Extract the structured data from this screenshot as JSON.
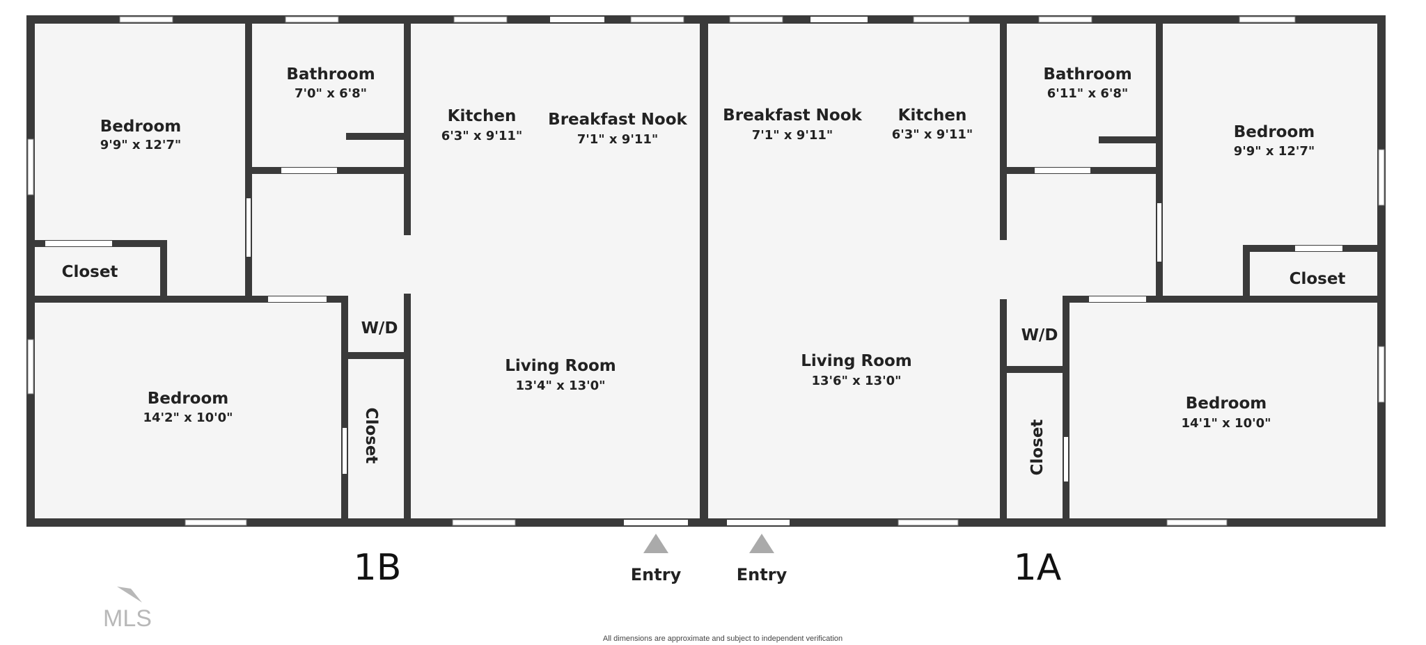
{
  "colors": {
    "wall": "#3a3a3a",
    "floor": "#f5f5f5",
    "window": "#ffffff",
    "marker": "#aaaaaa",
    "logo": "#b8b8b8"
  },
  "units": {
    "left": "1B",
    "right": "1A"
  },
  "entries": {
    "left": "Entry",
    "right": "Entry"
  },
  "rooms": {
    "b_bed1": {
      "name": "Bedroom",
      "dim": "9'9\" x 12'7\""
    },
    "b_bath": {
      "name": "Bathroom",
      "dim": "7'0\" x 6'8\""
    },
    "b_kitchen": {
      "name": "Kitchen",
      "dim": "6'3\" x 9'11\""
    },
    "b_nook": {
      "name": "Breakfast Nook",
      "dim": "7'1\" x 9'11\""
    },
    "b_closet1": {
      "name": "Closet"
    },
    "b_wd": {
      "name": "W/D"
    },
    "b_living": {
      "name": "Living Room",
      "dim": "13'4\" x 13'0\""
    },
    "b_bed2": {
      "name": "Bedroom",
      "dim": "14'2\" x 10'0\""
    },
    "b_closet2": {
      "name": "Closet"
    },
    "a_nook": {
      "name": "Breakfast Nook",
      "dim": "7'1\" x 9'11\""
    },
    "a_kitchen": {
      "name": "Kitchen",
      "dim": "6'3\" x 9'11\""
    },
    "a_bath": {
      "name": "Bathroom",
      "dim": "6'11\" x 6'8\""
    },
    "a_bed1": {
      "name": "Bedroom",
      "dim": "9'9\" x 12'7\""
    },
    "a_closet1": {
      "name": "Closet"
    },
    "a_living": {
      "name": "Living Room",
      "dim": "13'6\" x 13'0\""
    },
    "a_wd": {
      "name": "W/D"
    },
    "a_closet2": {
      "name": "Closet"
    },
    "a_bed2": {
      "name": "Bedroom",
      "dim": "14'1\" x 10'0\""
    }
  },
  "logo": "MLS",
  "disclaimer": "All dimensions are approximate and subject to independent verification"
}
